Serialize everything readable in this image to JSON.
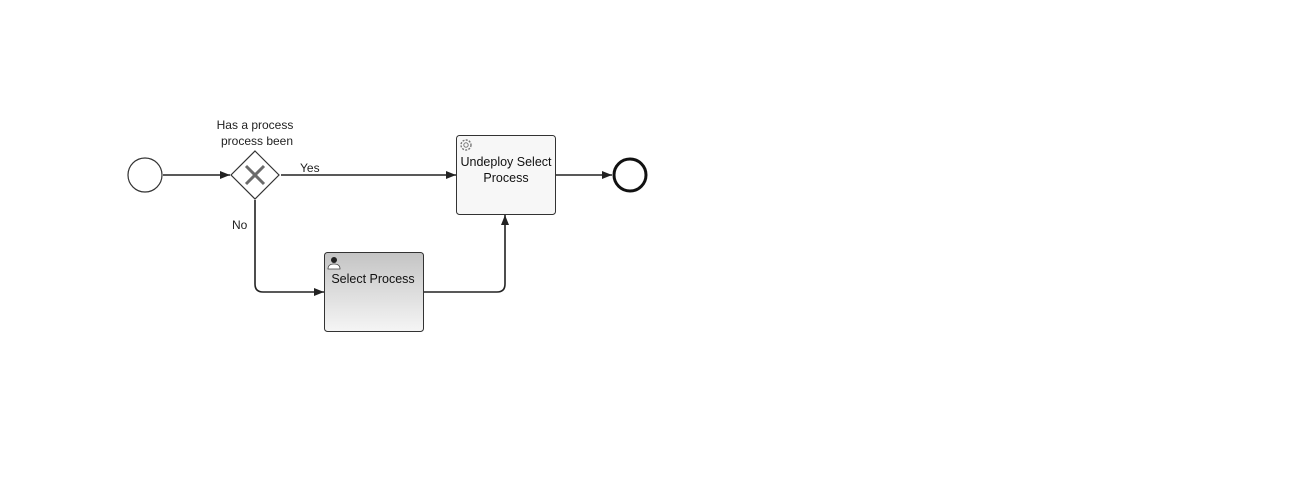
{
  "diagram": {
    "start_event": {
      "name": ""
    },
    "gateway": {
      "label_line1": "Has a process",
      "label_line2": "process been",
      "type_icon": "exclusive-x-icon"
    },
    "flows": {
      "yes_label": "Yes",
      "no_label": "No"
    },
    "service_task": {
      "label_line1": "Undeploy Select",
      "label_line2": "Process",
      "icon": "gear-icon"
    },
    "user_task": {
      "label": "Select Process",
      "icon": "user-icon"
    },
    "end_event": {
      "name": ""
    }
  },
  "colors": {
    "stroke": "#222222",
    "task_fill": "#f7f7f7",
    "user_task_top": "#c9c9c9",
    "user_task_bottom": "#f4f4f4",
    "gateway_x": "#6b6b6b"
  }
}
